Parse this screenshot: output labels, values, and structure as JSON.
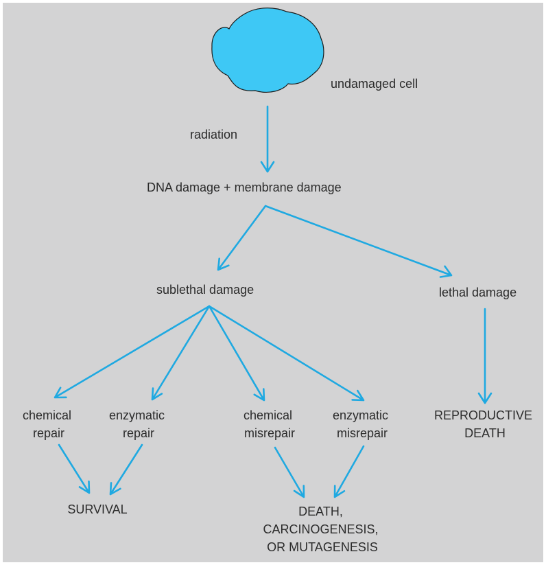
{
  "colors": {
    "background": "#d3d3d4",
    "arrow": "#1fa9e1",
    "cell_fill": "#3ec8f5",
    "cell_stroke": "#1a1a1a",
    "text": "#2b2b2b"
  },
  "nodes": {
    "undamaged_cell": "undamaged cell",
    "radiation": "radiation",
    "dna_membrane_damage": "DNA damage + membrane damage",
    "sublethal_damage": "sublethal damage",
    "lethal_damage": "lethal damage",
    "chemical_repair": [
      "chemical",
      "repair"
    ],
    "enzymatic_repair": [
      "enzymatic",
      "repair"
    ],
    "chemical_misrepair": [
      "chemical",
      "misrepair"
    ],
    "enzymatic_misrepair": [
      "enzymatic",
      "misrepair"
    ],
    "reproductive_death": [
      "REPRODUCTIVE",
      "DEATH"
    ],
    "survival": "SURVIVAL",
    "death_outcome": [
      "DEATH,",
      "CARCINOGENESIS,",
      "OR MUTAGENESIS"
    ]
  }
}
